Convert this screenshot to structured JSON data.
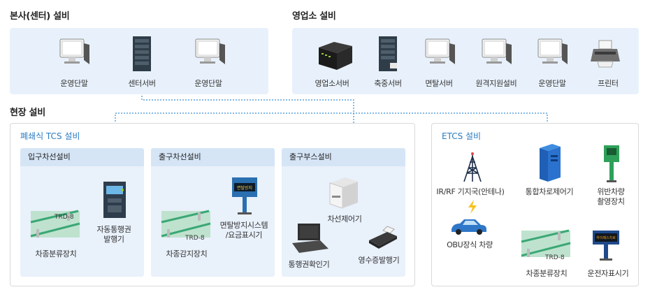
{
  "sections": {
    "hq": {
      "title": "본사(센터) 설비",
      "items": [
        "운영단말",
        "센터서버",
        "운영단말"
      ]
    },
    "office": {
      "title": "영업소 설비",
      "items": [
        "영업소서버",
        "축중서버",
        "면탈서버",
        "원격지원설비",
        "운영단말",
        "프린터"
      ]
    },
    "field": {
      "title": "현장 설비"
    },
    "tcs": {
      "title": "폐쇄식 TCS 설비",
      "entry": {
        "title": "입구차선설비",
        "classifier": "차종분류장치",
        "ticket_line1": "자동통행권",
        "ticket_line2": "발행기",
        "trd": "TRD-8"
      },
      "exit": {
        "title": "출구차선설비",
        "detector": "차종감지장치",
        "sign_line1": "면탈방지시스템",
        "sign_line2": "/요금표시기",
        "trd": "TRD-8",
        "sign_text": "면탈방지"
      },
      "booth": {
        "title": "출구부스설비",
        "controller": "차선제어기",
        "confirmer": "통행권확인기",
        "receipt": "영수증발행기"
      }
    },
    "etcs": {
      "title": "ETCS 설비",
      "antenna": "IR/RF 기지국(안테나)",
      "obu": "OBU장식 차량",
      "lane_ctrl": "통합차로제어기",
      "violation_line1": "위반차량",
      "violation_line2": "촬영장치",
      "classifier": "차종분류장치",
      "driver_sign": "운전자표시기",
      "trd": "TRD-8",
      "sign_text": "하이패스차로"
    }
  },
  "colors": {
    "panel_bg": "#e8f1fb",
    "subhead_bg": "#d5e5f6",
    "accent": "#2a7bc0",
    "connector": "#3a8fd6"
  }
}
